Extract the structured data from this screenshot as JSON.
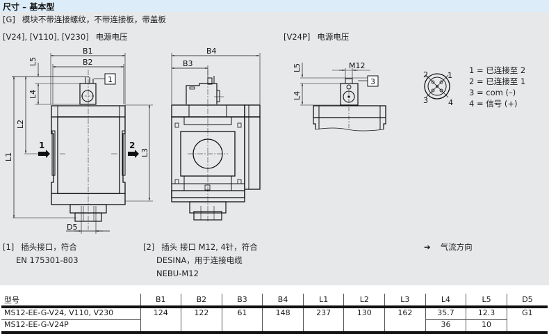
{
  "header": {
    "title": "尺寸 – 基本型",
    "variant_tag": "[G]",
    "variant_desc": "模块不带连接螺纹，不带连接板，带盖板"
  },
  "views": {
    "left_label_tag": "[V24], [V110], [V230]",
    "left_label_desc": "电源电压",
    "right_label_tag": "[V24P]",
    "right_label_desc": "电源电压"
  },
  "dimension_labels": {
    "b1": "B1",
    "b2": "B2",
    "b3": "B3",
    "b4": "B4",
    "l1": "L1",
    "l2": "L2",
    "l3": "L3",
    "l4": "L4",
    "l5": "L5",
    "d5": "D5",
    "m12": "M12",
    "port_in": "1",
    "port_out": "2",
    "callout_1": "1",
    "callout_3": "3"
  },
  "pin_diagram": {
    "pin_numbers": [
      "1",
      "2",
      "3",
      "4"
    ],
    "legend": [
      "1 = 已连接至 2",
      "2 = 已连接至 1",
      "3 = com (–)",
      "4 = 信号 (+)"
    ]
  },
  "notes": [
    {
      "tag": "[1]",
      "lines": [
        "插头接口，符合",
        "EN 175301-803"
      ]
    },
    {
      "tag": "[2]",
      "lines": [
        "插头 接口 M12, 4针，符合",
        "DESINA，用于连接电缆",
        "NEBU-M12"
      ]
    }
  ],
  "flow_note": {
    "icon": "arrow-right",
    "label": "气流方向"
  },
  "table": {
    "headers": [
      "型号",
      "B1",
      "B2",
      "B3",
      "B4",
      "L1",
      "L2",
      "L3",
      "L4",
      "L5",
      "D5"
    ],
    "shared": {
      "B1": "124",
      "B2": "122",
      "B3": "61",
      "B4": "148",
      "L1": "237",
      "L2": "130",
      "L3": "162",
      "D5": "G1"
    },
    "rows": [
      {
        "model": "MS12-EE-G-V24, V110, V230",
        "L4": "35.7",
        "L5": "12.3"
      },
      {
        "model": "MS12-EE-G-V24P",
        "L4": "36",
        "L5": "10"
      }
    ]
  }
}
